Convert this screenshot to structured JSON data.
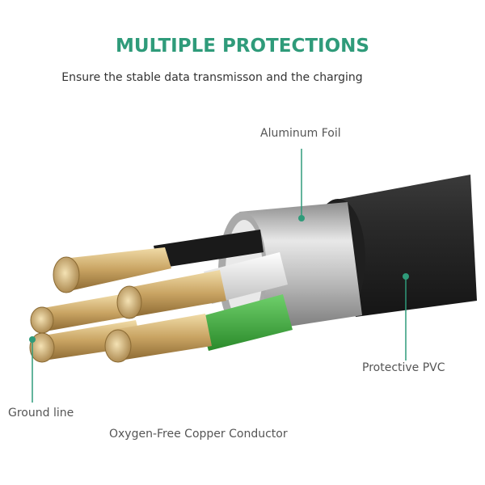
{
  "header": {
    "title": "MULTIPLE PROTECTIONS",
    "subtitle": "Ensure the stable data transmisson and the charging"
  },
  "callouts": {
    "aluminum_foil": "Aluminum Foil",
    "protective_pvc": "Protective PVC",
    "ground_line": "Ground line",
    "copper_conductor": "Oxygen-Free Copper Conductor"
  },
  "colors": {
    "accent": "#2f9b7a",
    "pvc_jacket": "#2b2b2b",
    "foil": "#cfcfcf",
    "green_wire": "#3fae3c",
    "copper": "#d8b877"
  }
}
